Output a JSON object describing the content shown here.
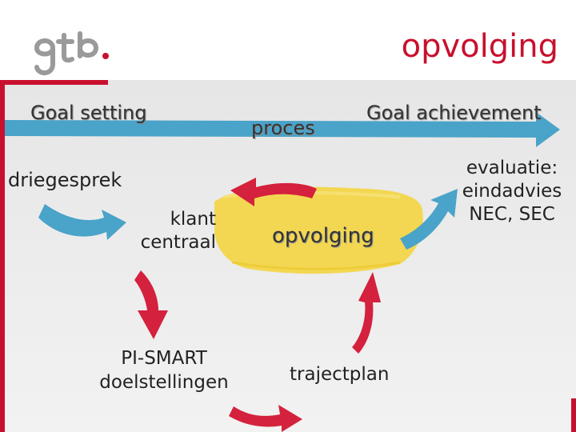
{
  "brand": {
    "logo_text": "gtb.",
    "colors": {
      "logo": "#9a9a9a",
      "accent": "#c8102e",
      "timeline": "#4aa3c8",
      "cycle_arrow": "#d4213d",
      "flow_arrow": "#4aa3c8",
      "highlight": "#f3d544"
    }
  },
  "header": {
    "title": "opvolging"
  },
  "timeline": {
    "start_label": "Goal setting",
    "middle_label": "proces",
    "end_label": "Goal achievement"
  },
  "steps": {
    "driegesprek": "driegesprek",
    "klant_line1": "klant",
    "klant_line2": "centraal",
    "pi_smart_line1": "PI-SMART",
    "pi_smart_line2": "doelstellingen",
    "trajectplan": "trajectplan",
    "opvolging": "opvolging",
    "evaluatie_line1": "evaluatie:",
    "evaluatie_line2": "eindadvies",
    "evaluatie_line3": "NEC, SEC"
  }
}
